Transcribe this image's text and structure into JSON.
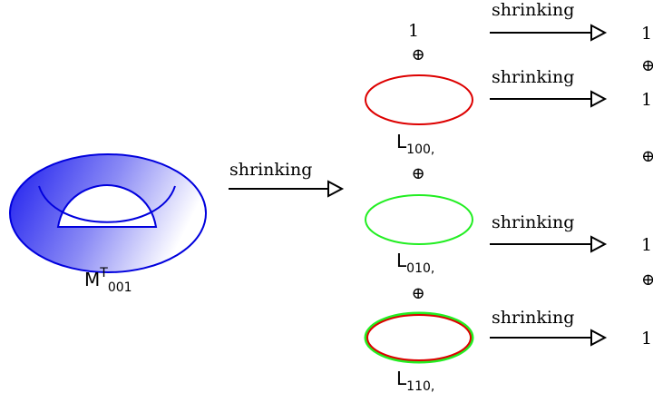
{
  "torus": {
    "label": "M",
    "superscript": "T",
    "subscript": "001",
    "colors": {
      "edge": "#0000dd",
      "fill_dark": "#1a1aee",
      "fill_light": "#ffffff"
    }
  },
  "main_arrow": {
    "label": "shrinking"
  },
  "oplus": "⊕",
  "top_term": "1",
  "loops": [
    {
      "label": "L",
      "subscript": "100,",
      "stroke": "#dd0000",
      "result": "1"
    },
    {
      "label": "L",
      "subscript": "010,",
      "stroke": "#22ee22",
      "result": "1"
    },
    {
      "label": "L",
      "subscript": "110,",
      "stroke": "#dd0000",
      "outer_stroke": "#22ee22",
      "result": "1"
    }
  ],
  "shrinking_label": "shrinking",
  "right_column": {
    "top_value": "1"
  }
}
